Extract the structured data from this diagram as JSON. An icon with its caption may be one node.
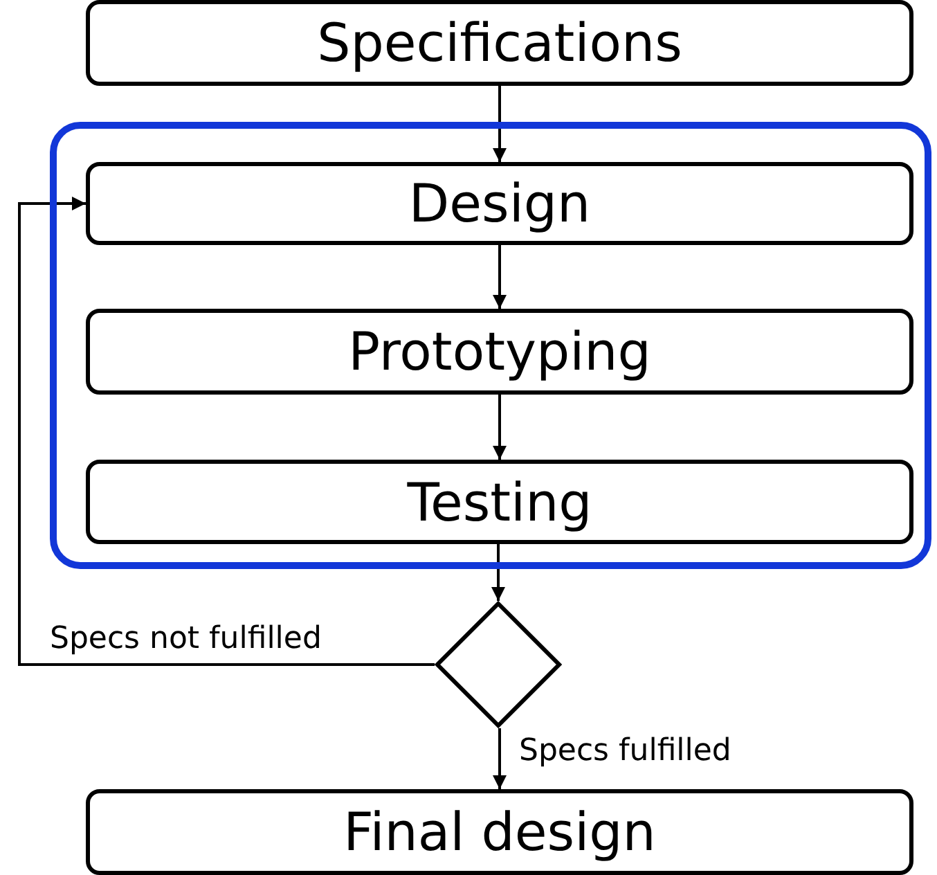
{
  "diagram": {
    "nodes": [
      {
        "text": [
          "Specifications"
        ]
      },
      {
        "text": [],
        "shape": "box"
      },
      {
        "text": [
          "Design"
        ],
        "in": 1
      },
      {
        "text": [
          "Prototyping"
        ],
        "in": 1
      },
      {
        "text": [
          "Testing"
        ],
        "in": 1
      },
      {
        "text": [],
        "shape": "diamond"
      },
      {
        "text": [
          "Final design"
        ]
      }
    ],
    "edges": [
      {
        "from": 0,
        "to": 2,
        "arrow": "to"
      },
      {
        "from": 2,
        "to": 3,
        "arrow": "to"
      },
      {
        "from": 3,
        "to": 4,
        "arrow": "to"
      },
      {
        "from": 4,
        "to": 5,
        "arrow": "to"
      },
      {
        "from": 5,
        "to": 6,
        "arrow": "to",
        "label": "Specs fulfilled"
      },
      {
        "from": 5,
        "to": 2,
        "arrow": "to",
        "label": "Specs not fulfilled"
      }
    ]
  }
}
